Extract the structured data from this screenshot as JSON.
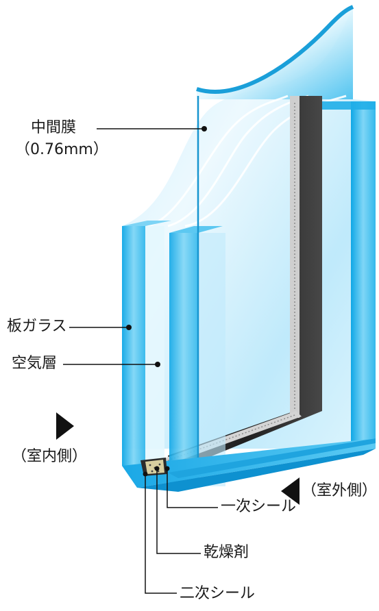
{
  "labels": {
    "interlayer": "中間膜",
    "interlayer_thickness": "（0.76mm）",
    "glass_pane": "板ガラス",
    "air_layer": "空気層",
    "indoor": "（室内側）",
    "outdoor": "（室外側）",
    "primary_seal": "一次シール",
    "desiccant": "乾燥剤",
    "secondary_seal": "二次シール"
  },
  "colors": {
    "glass_light": "#cdeffb",
    "glass_mid": "#7fd4f4",
    "glass_edge": "#1cb2ea",
    "frame_dark": "#2f2f2f",
    "spacer_gray": "#c9c9c9",
    "desiccant": "#d8cfa0",
    "line": "#111111"
  }
}
